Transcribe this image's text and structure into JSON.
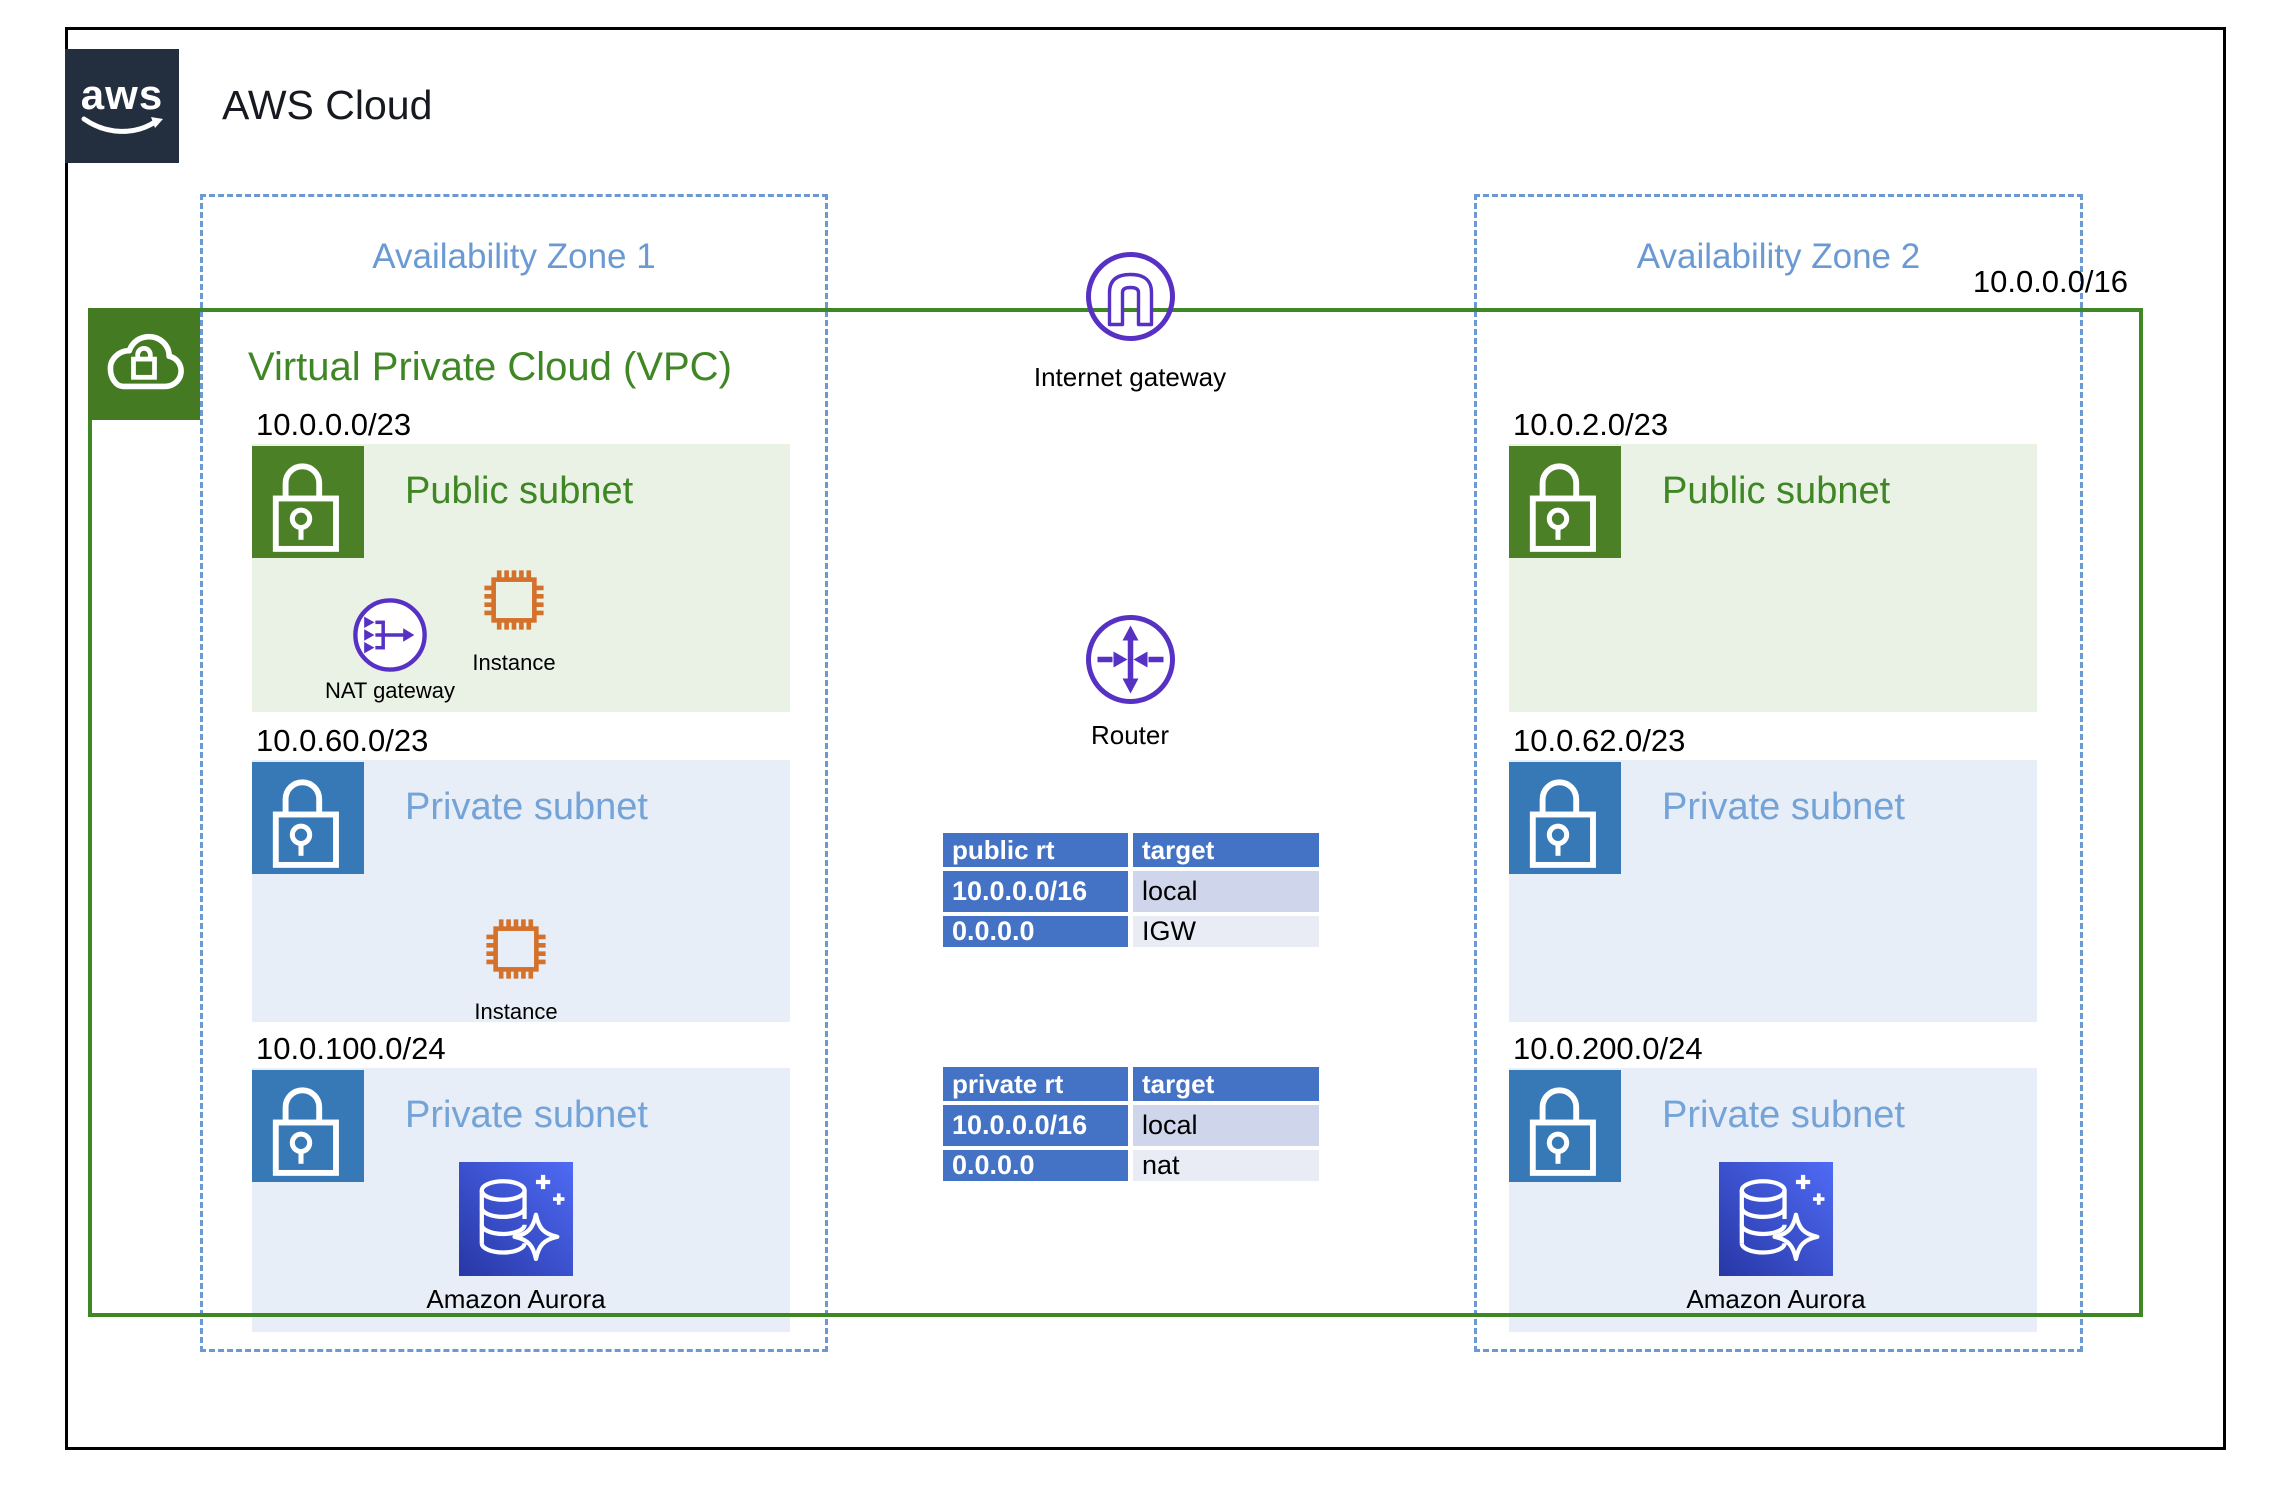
{
  "window": {
    "logo": "aws",
    "title": "AWS Cloud"
  },
  "zones": [
    {
      "label": "Availability Zone 1"
    },
    {
      "label": "Availability Zone 2"
    }
  ],
  "vpc": {
    "label": "Virtual Private Cloud (VPC)",
    "cidr": "10.0.0.0/16"
  },
  "gateway": {
    "label": "Internet gateway"
  },
  "router": {
    "label": "Router"
  },
  "route_tables": [
    {
      "name": "public rt",
      "target_header": "target",
      "rows": [
        {
          "dest": "10.0.0.0/16",
          "target": "local"
        },
        {
          "dest": "0.0.0.0",
          "target": "IGW"
        }
      ]
    },
    {
      "name": "private rt",
      "target_header": "target",
      "rows": [
        {
          "dest": "10.0.0.0/16",
          "target": "local"
        },
        {
          "dest": "0.0.0.0",
          "target": "nat"
        }
      ]
    }
  ],
  "subnets": [
    {
      "cidr": "10.0.0.0/23",
      "label": "Public subnet",
      "nat_label": "NAT gateway",
      "instance_label": "Instance"
    },
    {
      "cidr": "10.0.60.0/23",
      "label": "Private subnet",
      "instance_label": "Instance"
    },
    {
      "cidr": "10.0.100.0/24",
      "label": "Private subnet",
      "aurora_label": "Amazon Aurora"
    },
    {
      "cidr": "10.0.2.0/23",
      "label": "Public subnet"
    },
    {
      "cidr": "10.0.62.0/23",
      "label": "Private subnet"
    },
    {
      "cidr": "10.0.200.0/24",
      "label": "Private subnet",
      "aurora_label": "Amazon Aurora"
    }
  ],
  "colors": {
    "aws_dark": "#232F3E",
    "vpc_green": "#3F8624",
    "public_subnet_bg": "#EAF1E5",
    "private_subnet_bg": "#E8EEF7",
    "private_icon_blue": "#3679B6",
    "az_blue": "#6B9AD2",
    "network_purple": "#5731C4",
    "compute_orange": "#D4712B",
    "table_header_blue": "#4472C4",
    "aurora_gradient_light": "#4F6BF5",
    "aurora_gradient_dark": "#2737A5"
  }
}
